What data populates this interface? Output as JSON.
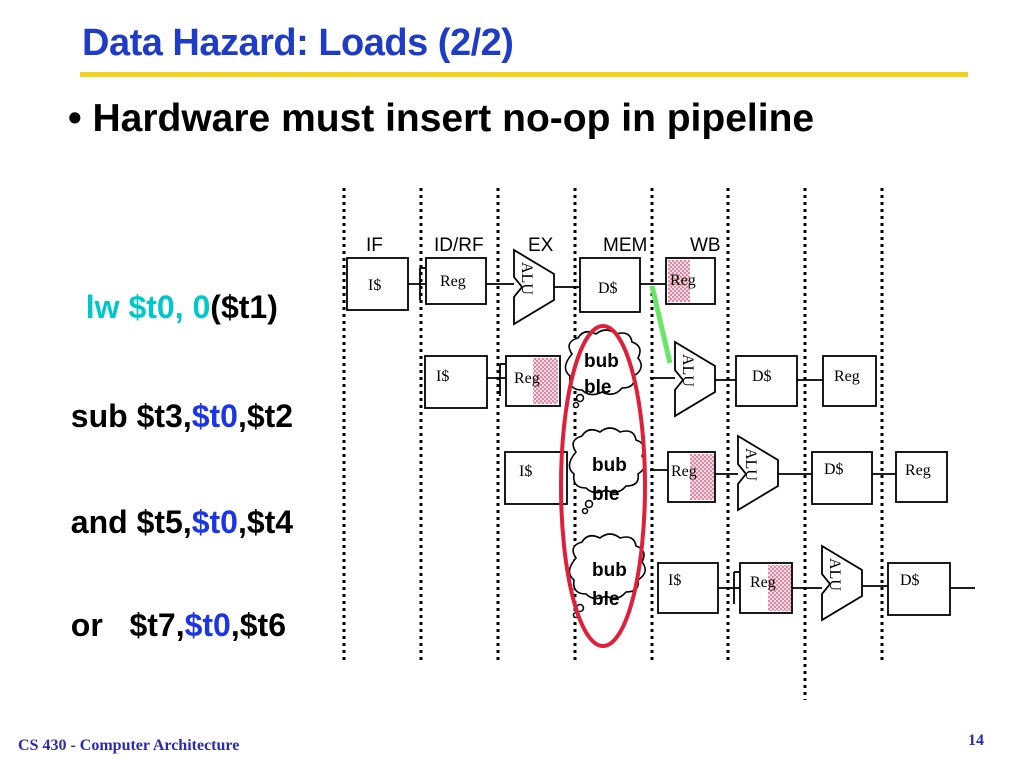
{
  "slide": {
    "title": "Data Hazard: Loads (2/2)",
    "bullet": "• Hardware must insert no-op in pipeline"
  },
  "stages": [
    "IF",
    "ID/RF",
    "EX",
    "MEM",
    "WB"
  ],
  "instructions": [
    {
      "op": "lw ",
      "dst": "$t0, 0",
      "rest": "($t1)"
    },
    {
      "op": "sub $t3,",
      "reg": "$t0",
      "rest": ",$t2"
    },
    {
      "op": "and $t5,",
      "reg": "$t0",
      "rest": ",$t4"
    },
    {
      "op": "or   $t7,",
      "reg": "$t0",
      "rest": ",$t6"
    }
  ],
  "boxes": {
    "icache": "I$",
    "regfile": "Reg",
    "alu": "ALU",
    "dcache": "D$"
  },
  "bubble": {
    "line1": "bub",
    "line2": "ble"
  },
  "colors": {
    "title": "#1f3cc8",
    "rule": "#f3d21c",
    "cyan": "#00c8c8",
    "blue": "#1b35e8",
    "oval": "#e0203a",
    "forward": "#66e866"
  },
  "footer": {
    "course": "CS 430 - Computer Architecture",
    "page": "14"
  }
}
